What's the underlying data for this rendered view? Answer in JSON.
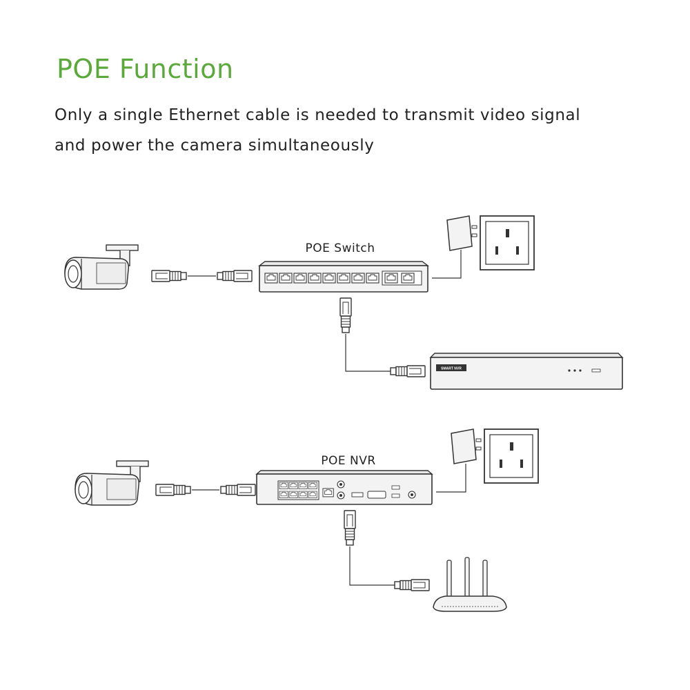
{
  "title": "POE Function",
  "subtitle": {
    "line1": "Only a single Ethernet cable is needed to transmit video signal",
    "line2": "and power the camera simultaneously"
  },
  "diagram1": {
    "device_label": "POE Switch",
    "nvr_badge": "SMART NVR"
  },
  "diagram2": {
    "device_label": "POE NVR"
  },
  "colors": {
    "accent": "#5aa93a",
    "stroke": "#333333",
    "device_fill": "#f3f3f3"
  }
}
